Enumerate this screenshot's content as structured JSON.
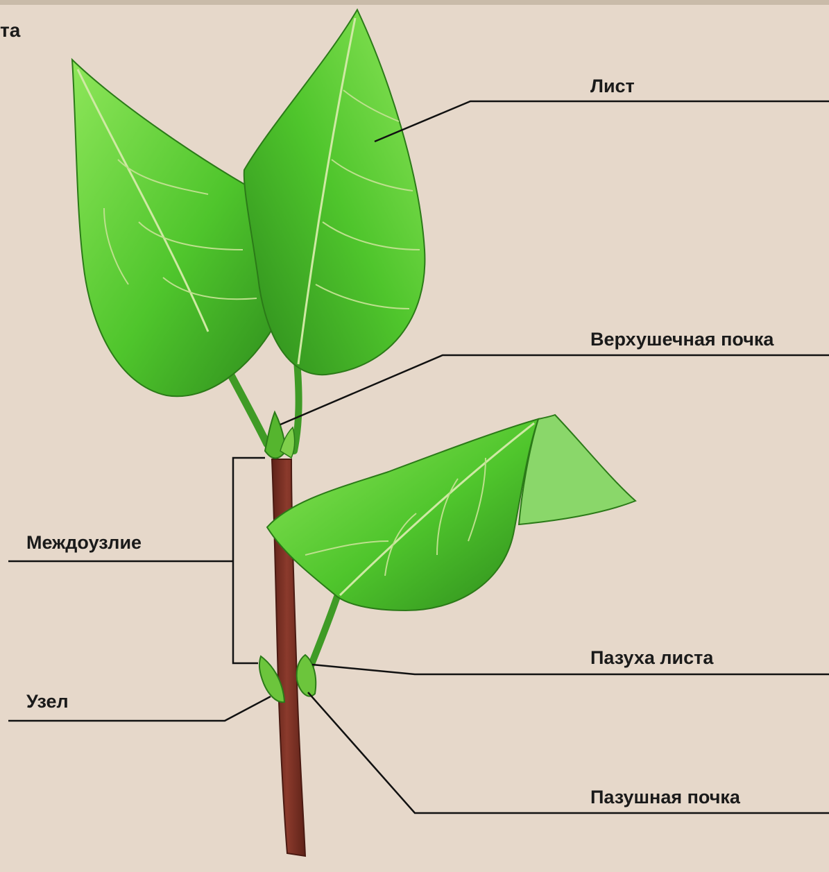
{
  "colors": {
    "background": "#e6d8ca",
    "frame": "#c9bba9",
    "leaf_light": "#8ee65a",
    "leaf_mid": "#4fc52c",
    "leaf_dark": "#2d8a1c",
    "stem": "#8b3a2c",
    "line": "#111111"
  },
  "labels": {
    "title_fragment": "та",
    "leaf": "Лист",
    "apical_bud": "Верхушечная почка",
    "internode": "Междоузлие",
    "leaf_axil": "Пазуха листа",
    "node": "Узел",
    "axillary_bud": "Пазушная почка"
  }
}
